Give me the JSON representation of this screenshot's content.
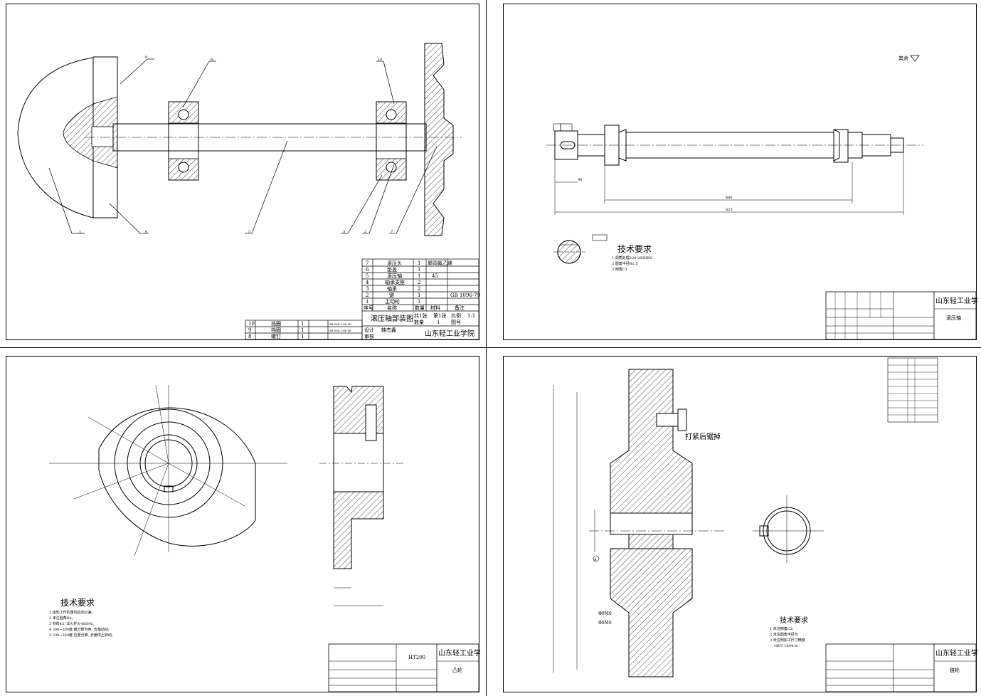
{
  "sheets": {
    "assembly": {
      "parts_list": [
        {
          "no": "7",
          "name": "滚压头",
          "qty": "1",
          "material": "聚四氟乙烯",
          "note": ""
        },
        {
          "no": "6",
          "name": "垫盖",
          "qty": "1",
          "material": "",
          "note": ""
        },
        {
          "no": "5",
          "name": "滚压轴",
          "qty": "1",
          "material": "45",
          "note": ""
        },
        {
          "no": "4",
          "name": "轴承支座",
          "qty": "2",
          "material": "",
          "note": ""
        },
        {
          "no": "3",
          "name": "轴承",
          "qty": "2",
          "material": "",
          "note": ""
        },
        {
          "no": "2",
          "name": "键",
          "qty": "1",
          "material": "",
          "note": "GB 1096-79"
        },
        {
          "no": "1",
          "name": "主动轮",
          "qty": "1",
          "material": "",
          "note": ""
        }
      ],
      "header": {
        "no": "序号",
        "name": "名称",
        "qty": "数量",
        "material": "材料",
        "note": "备注"
      },
      "extra_rows": [
        {
          "no": "10",
          "name": "挡圈",
          "qty": "1",
          "std": "GB 894.1-86 88"
        },
        {
          "no": "9",
          "name": "挡圈",
          "qty": "1",
          "std": "GB 894.1-86 88"
        },
        {
          "no": "8",
          "name": "螺钉",
          "qty": "1",
          "std": ""
        }
      ],
      "drawing_title": "滚压轴部装图",
      "labels": {
        "sheets": "共1张",
        "sheet_no": "第1张",
        "scale": "比例",
        "scale_val": "1:1",
        "quantity": "数量",
        "quantity_val": "1",
        "drawing_no": "图号",
        "design": "设计",
        "designer": "韩杰鑫",
        "review": "审核"
      },
      "school": "山东轻工业学院",
      "leader_numbers": [
        "9",
        "8",
        "10",
        "1",
        "6",
        "5",
        "3",
        "2",
        "7"
      ]
    },
    "shaft": {
      "surface_note": "其余",
      "tech_title": "技术要求",
      "tech_items": [
        "1 调质处理220-260HBS",
        "2 圆角半径R1.5",
        "3 倒角C1"
      ],
      "school": "山东轻工业学院",
      "part_name": "滚压轴",
      "dims": {
        "overall": "625",
        "main": "440",
        "left": "90"
      }
    },
    "cam": {
      "tech_title": "技术要求",
      "tech_items": [
        "1 齿轮工作的重线应向公差;",
        "2 未注圆角R4;",
        "3 材料45, 淬火并火400HC;",
        "4 300~300度,推分数为色, 去偏动动;",
        "5 330~360度,位置分推, 去偏停止转动;"
      ],
      "material": "HT200",
      "school": "山东轻工业学院",
      "part_name": "凸轮"
    },
    "wheel": {
      "note": "打紧后锯掉",
      "tech_title": "技术要求",
      "tech_items": [
        "1 未注倒角C2;",
        "2 未注圆角半径为",
        "3 未注明加工尺寸精度",
        "GB/T 1804-m"
      ],
      "school": "山东轻工业学院",
      "part_name": "链轮",
      "dim_labels": [
        "Φ0M0",
        "Φ0M0"
      ],
      "datum": "A"
    }
  },
  "colors": {
    "line": "#000000",
    "paper": "#ffffff"
  }
}
